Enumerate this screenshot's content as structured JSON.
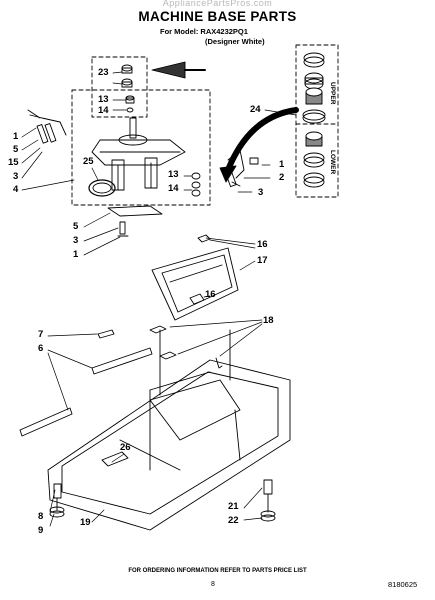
{
  "header": {
    "watermark": "AppliancePartsPros.com",
    "title": "MACHINE BASE PARTS",
    "model_line": "For Model: RAX4232PQ1",
    "variant_line": "(Designer White)"
  },
  "callouts": [
    {
      "id": "c23",
      "text": "23"
    },
    {
      "id": "c13a",
      "text": "13"
    },
    {
      "id": "c14a",
      "text": "14"
    },
    {
      "id": "c24",
      "text": "24"
    },
    {
      "id": "c1a",
      "text": "1"
    },
    {
      "id": "c5a",
      "text": "5"
    },
    {
      "id": "c15",
      "text": "15"
    },
    {
      "id": "c3a",
      "text": "3"
    },
    {
      "id": "c4",
      "text": "4"
    },
    {
      "id": "c25",
      "text": "25"
    },
    {
      "id": "c13b",
      "text": "13"
    },
    {
      "id": "c14b",
      "text": "14"
    },
    {
      "id": "c1b",
      "text": "1"
    },
    {
      "id": "c2",
      "text": "2"
    },
    {
      "id": "c3b",
      "text": "3"
    },
    {
      "id": "c5b",
      "text": "5"
    },
    {
      "id": "c3c",
      "text": "3"
    },
    {
      "id": "c1c",
      "text": "1"
    },
    {
      "id": "c16a",
      "text": "16"
    },
    {
      "id": "c17",
      "text": "17"
    },
    {
      "id": "c16b",
      "text": "16"
    },
    {
      "id": "c7",
      "text": "7"
    },
    {
      "id": "c18",
      "text": "18"
    },
    {
      "id": "c6",
      "text": "6"
    },
    {
      "id": "c26",
      "text": "26"
    },
    {
      "id": "c8",
      "text": "8"
    },
    {
      "id": "c9",
      "text": "9"
    },
    {
      "id": "c19",
      "text": "19"
    },
    {
      "id": "c21",
      "text": "21"
    },
    {
      "id": "c22",
      "text": "22"
    }
  ],
  "side_panel": {
    "upper": "UPPER",
    "lower": "LOWER"
  },
  "footer": {
    "order_note": "FOR ORDERING INFORMATION REFER TO PARTS PRICE LIST",
    "page": "8",
    "doc_number": "8180625"
  },
  "colors": {
    "ink": "#000000",
    "watermark": "#b7b7b7",
    "paper": "#ffffff"
  }
}
